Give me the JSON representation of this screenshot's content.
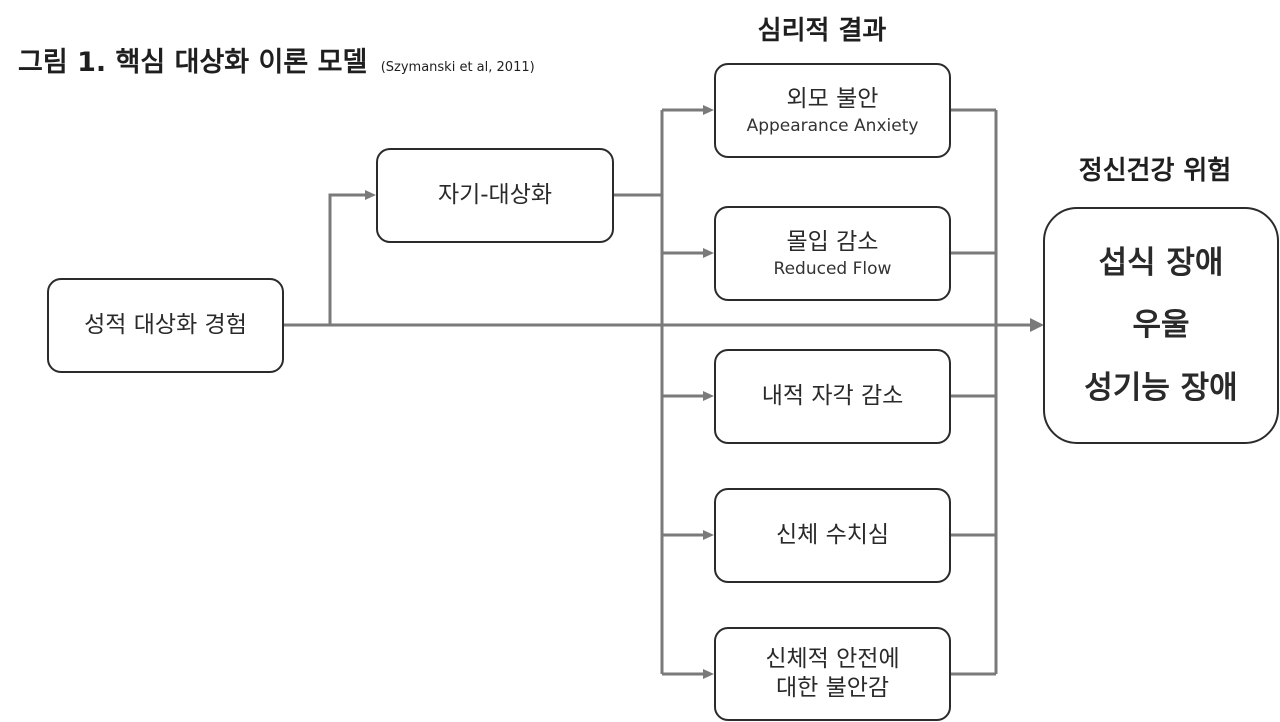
{
  "title": {
    "main": "그림 1. 핵심 대상화 이론 모델",
    "citation": "(Szymanski et al, 2011)"
  },
  "headings": {
    "psych_outcomes": "심리적 결과",
    "mental_health": "정신건강 위험"
  },
  "nodes": {
    "experience": "성적 대상화 경험",
    "self_obj": "자기-대상화",
    "outcomes": [
      {
        "ko": "외모 불안",
        "en": "Appearance Anxiety"
      },
      {
        "ko": "몰입 감소",
        "en": "Reduced Flow"
      },
      {
        "ko": "내적 자각 감소",
        "en": ""
      },
      {
        "ko": "신체 수치심",
        "en": ""
      },
      {
        "ko": "신체적 안전에",
        "ko2": "대한 불안감",
        "en": ""
      }
    ],
    "risks": [
      "섭식 장애",
      "우울",
      "성기능 장애"
    ]
  }
}
